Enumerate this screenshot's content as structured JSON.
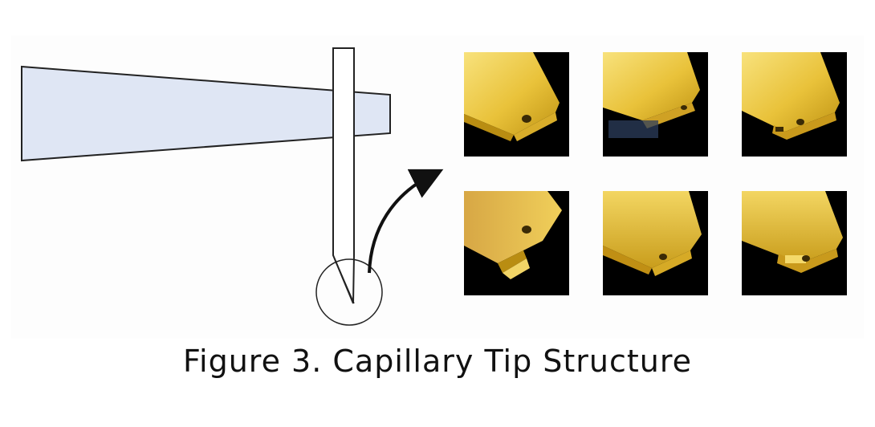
{
  "figure": {
    "caption": "Figure 3. Capillary Tip Structure"
  },
  "colors": {
    "transducer_fill": "#dfe6f4",
    "gold_light": "#f7e07a",
    "gold_mid": "#e6be2e",
    "gold_dark": "#b98d12",
    "photo_background": "#000000",
    "outline": "#222222"
  },
  "icons": {
    "callout_arrow": "curved-arrow-icon",
    "detail_circle": "circle-outline-icon"
  },
  "photos": {
    "count": 6,
    "layout": "2 rows x 3 columns"
  }
}
